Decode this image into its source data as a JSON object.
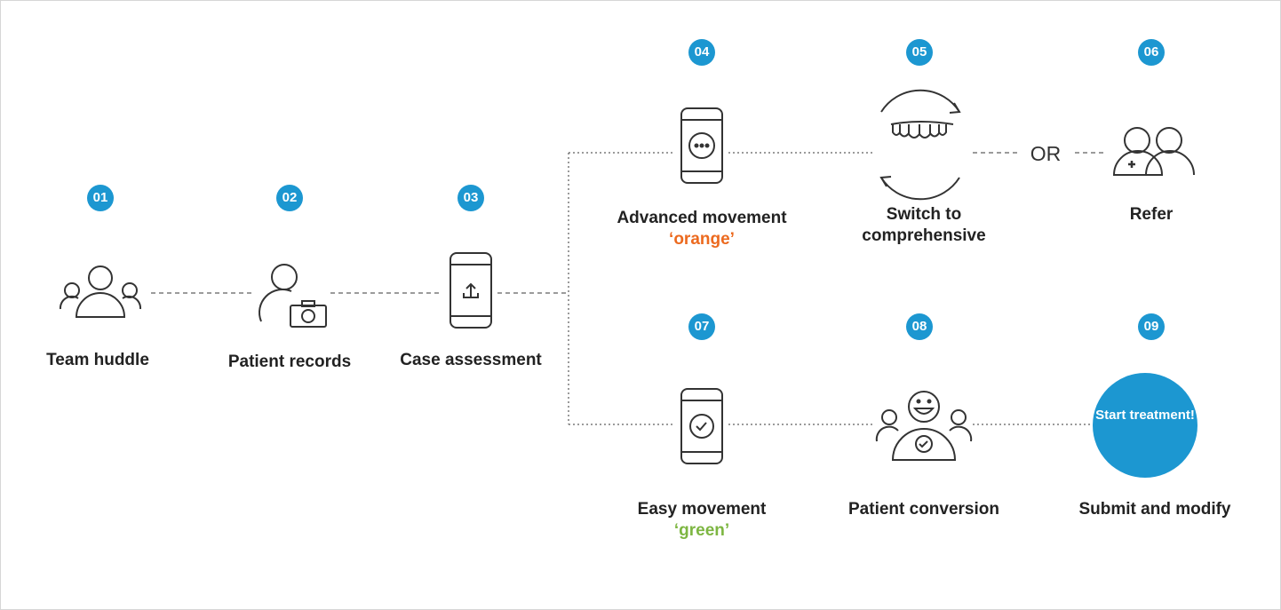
{
  "accent_color": "#1c97d1",
  "steps": [
    {
      "number": "01",
      "label": "Team huddle",
      "icon": "team-icon"
    },
    {
      "number": "02",
      "label": "Patient records",
      "icon": "person-camera-icon"
    },
    {
      "number": "03",
      "label": "Case assessment",
      "icon": "phone-upload-icon"
    },
    {
      "number": "04",
      "label": "Advanced movement",
      "sublabel": "‘orange’",
      "sublabel_color": "#ec6a1f",
      "icon": "phone-dots-icon"
    },
    {
      "number": "05",
      "label": "Switch to",
      "label2": "comprehensive",
      "icon": "aligner-cycle-icon"
    },
    {
      "number": "06",
      "label": "Refer",
      "icon": "refer-doctor-icon"
    },
    {
      "number": "07",
      "label": "Easy movement",
      "sublabel": "‘green’",
      "sublabel_color": "#7db642",
      "icon": "phone-check-icon"
    },
    {
      "number": "08",
      "label": "Patient conversion",
      "icon": "patient-conversion-icon"
    },
    {
      "number": "09",
      "label": "Submit and modify",
      "icon": "start-treatment-button"
    }
  ],
  "or_text": "OR",
  "start_button": "Start treatment!"
}
